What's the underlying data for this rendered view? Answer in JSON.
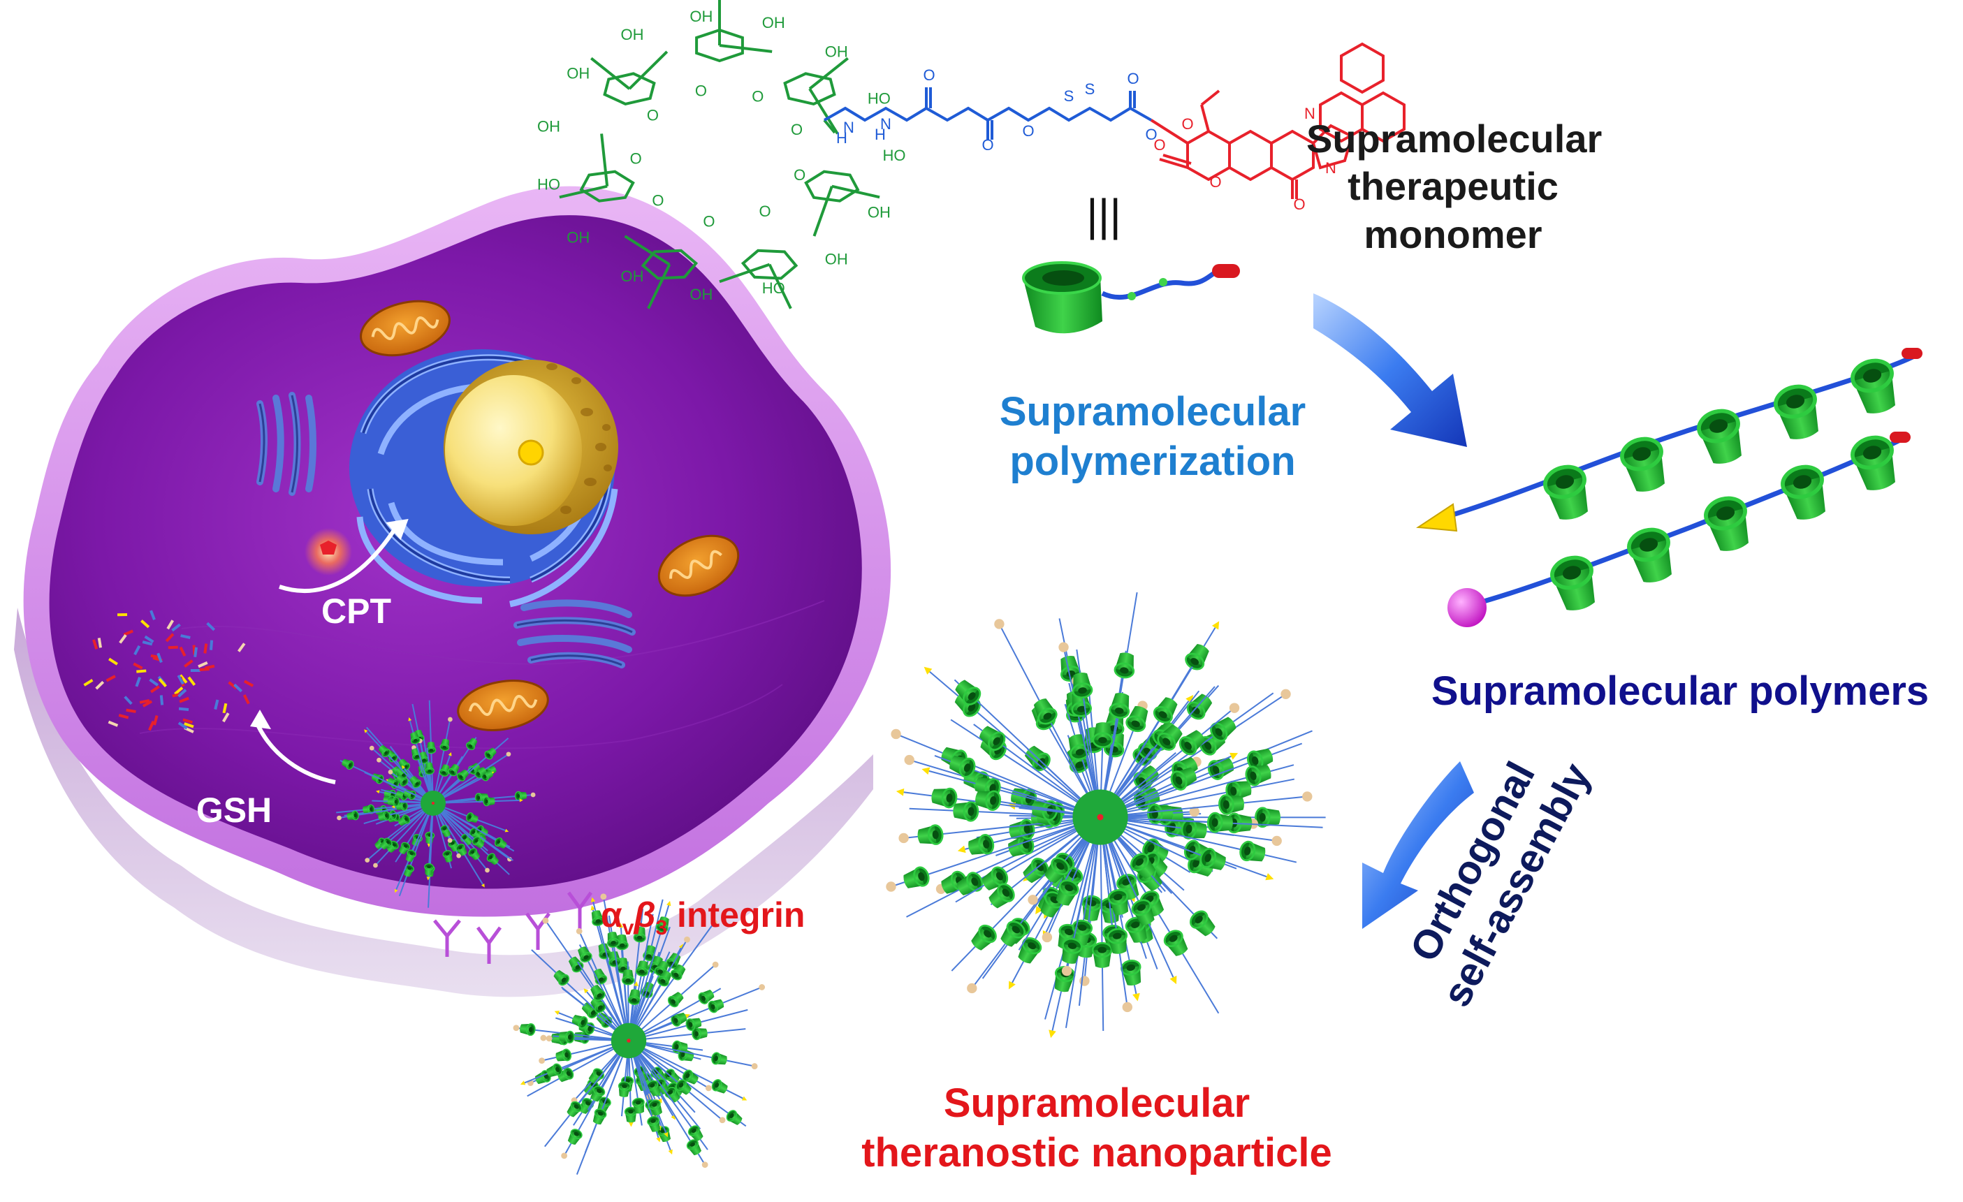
{
  "labels": {
    "monomer_line1": "Supramolecular",
    "monomer_line2": "therapeutic",
    "monomer_line3": "monomer",
    "equiv_symbol": "|||",
    "polymerization_line1": "Supramolecular",
    "polymerization_line2": "polymerization",
    "polymers": "Supramolecular polymers",
    "assembly_line1": "Orthogonal",
    "assembly_line2": "self-assembly",
    "nanoparticle_line1": "Supramolecular",
    "nanoparticle_line2": "theranostic nanoparticle",
    "cpt": "CPT",
    "gsh": "GSH",
    "integrin_alpha": "α",
    "integrin_sub_v": "v",
    "integrin_beta": "β",
    "integrin_sub_3": "3",
    "integrin_word": " integrin"
  },
  "structure_atoms": [
    "HO",
    "OH",
    "OH",
    "HO",
    "OH",
    "OH",
    "OH",
    "HO",
    "OH",
    "OH",
    "OH",
    "OH",
    "OH",
    "OH",
    "HO",
    "O",
    "O",
    "O",
    "O",
    "O",
    "O",
    "O",
    "O",
    "O",
    "H",
    "N",
    "H",
    "N",
    "O",
    "O",
    "O",
    "S",
    "S",
    "O",
    "O",
    "O",
    "O",
    "O",
    "N",
    "N",
    "O"
  ],
  "colors": {
    "cyclodextrin": "#1f9a3a",
    "linker": "#1f5bd6",
    "drug": "#e8212b",
    "text_dark": "#1a1a1a",
    "text_blue": "#1e7fd0",
    "text_navy": "#10108c",
    "text_red": "#e3161b",
    "cell_purple": "#7a1a9e",
    "arrow_blue": "#2a5fd8"
  },
  "icons": [
    "cyclodextrin-cone-icon",
    "mitochondrion-icon",
    "golgi-icon",
    "nucleus-icon",
    "nanoparticle-icon",
    "curved-arrow-icon"
  ]
}
